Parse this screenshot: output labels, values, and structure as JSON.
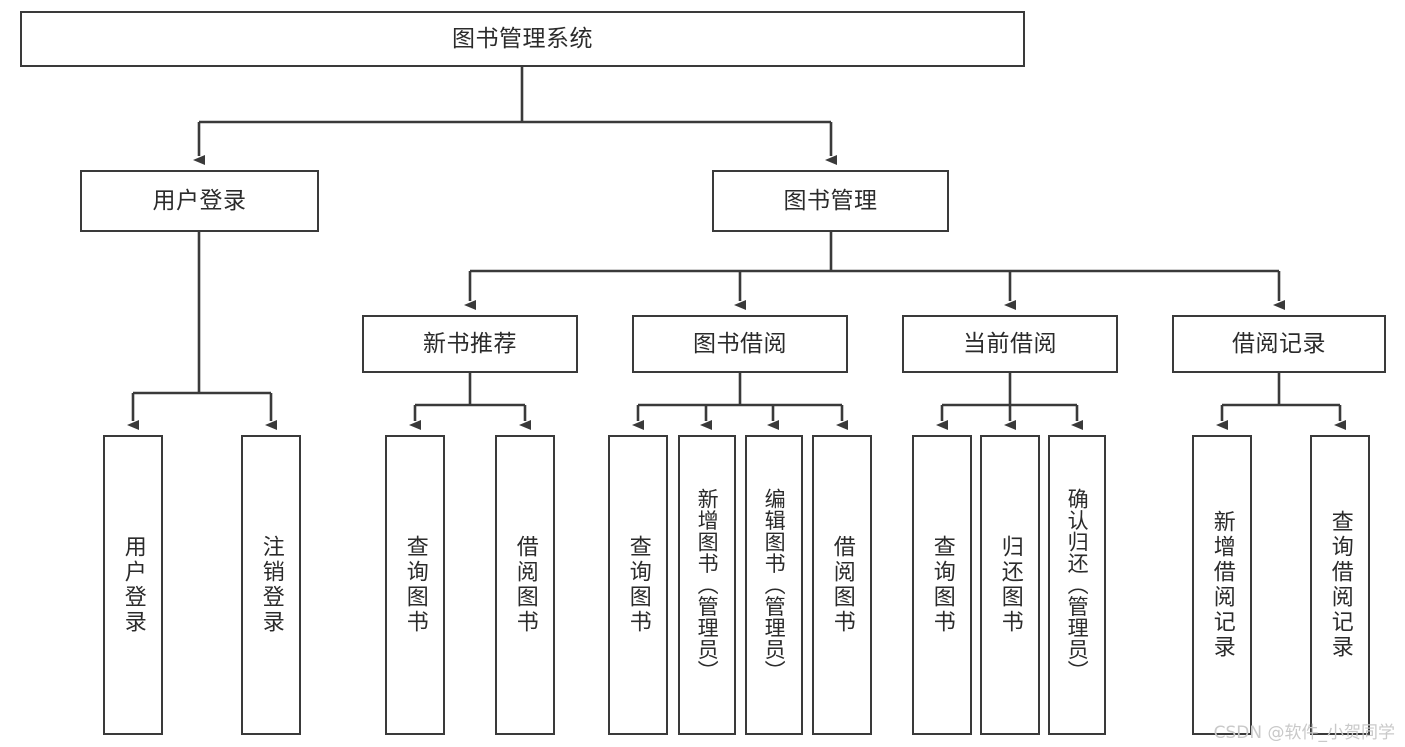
{
  "diagram": {
    "title": "图书管理系统",
    "type": "tree",
    "orientation": "top-down",
    "line_color": "#3a3a3a",
    "box_fill": "#ffffff",
    "text_color": "#2b2b2b"
  },
  "nodes": {
    "root": {
      "label": "图书管理系统"
    },
    "level2": [
      {
        "label": "用户登录"
      },
      {
        "label": "图书管理"
      }
    ],
    "level3": [
      {
        "label": "新书推荐"
      },
      {
        "label": "图书借阅"
      },
      {
        "label": "当前借阅"
      },
      {
        "label": "借阅记录"
      }
    ],
    "leaves": {
      "user_login": [
        {
          "label": "用户登录"
        },
        {
          "label": "注销登录"
        }
      ],
      "new_book_recommend": [
        {
          "label": "查询图书"
        },
        {
          "label": "借阅图书"
        }
      ],
      "book_borrow": [
        {
          "label": "查询图书"
        },
        {
          "label": "新增图书（管理员）"
        },
        {
          "label": "编辑图书（管理员）"
        },
        {
          "label": "借阅图书"
        }
      ],
      "current_borrow": [
        {
          "label": "查询图书"
        },
        {
          "label": "归还图书"
        },
        {
          "label": "确认归还（管理员）"
        }
      ],
      "borrow_record": [
        {
          "label": "新增借阅记录"
        },
        {
          "label": "查询借阅记录"
        }
      ]
    }
  },
  "watermark": {
    "text": "CSDN @软件_小贺同学"
  }
}
